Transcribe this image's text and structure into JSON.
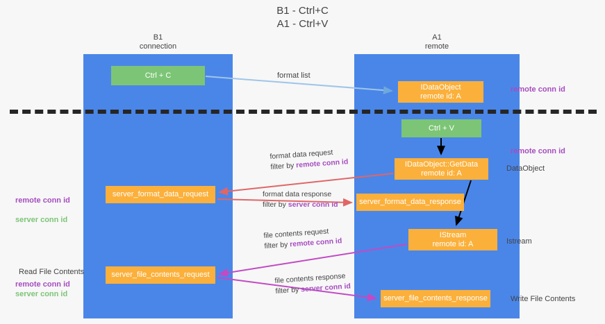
{
  "diagram": {
    "title": "B1 - Ctrl+C\nA1 - Ctrl+V",
    "lanes": [
      {
        "name": "b1",
        "heading": "B1\nconnection"
      },
      {
        "name": "a1",
        "heading": "A1\nremote"
      }
    ],
    "colors": {
      "lane": "#4a86e8",
      "node_green": "#7cc576",
      "node_orange": "#fbb03b",
      "accent_purple": "#a64dbf",
      "accent_green": "#7cc576",
      "arrow_blue": "#9fc5e8",
      "arrow_red": "#e06666",
      "arrow_magenta": "#c24ac4",
      "arrow_black": "#000000",
      "divider": "#262626",
      "text": "#434343",
      "background": "#f7f7f7"
    }
  },
  "nodes": {
    "ctrl_c": "Ctrl + C",
    "idataobject": "IDataObject\nremote id: A",
    "ctrl_v": "Ctrl + V",
    "getdata": "IDataObject::GetData\nremote id: A",
    "server_format_data_request": "server_format_data_request",
    "server_format_data_response": "server_format_data_response",
    "istream": "IStream\nremote id: A",
    "server_file_contents_request": "server_file_contents_request",
    "server_file_contents_response": "server_file_contents_response"
  },
  "side_labels": {
    "remote_conn_id_top": "remote conn id",
    "remote_conn_id_mid": "remote conn id",
    "dataobject": "DataObject",
    "istream": "Istream",
    "write_file_contents": "Write File Contents",
    "read_file_contents": "Read File Contents",
    "remote_conn_id": "remote conn id",
    "server_conn_id": "server conn id"
  },
  "edges": {
    "format_list": "format list",
    "format_data_request": {
      "line1": "format data request",
      "filter_prefix": "filter by ",
      "filter_key": "remote conn id"
    },
    "format_data_response": {
      "line1": "format data response",
      "filter_prefix": "filter by ",
      "filter_key": "server conn id"
    },
    "file_contents_request": {
      "line1": "file contents request",
      "filter_prefix": "filter by ",
      "filter_key": "remote conn id"
    },
    "file_contents_response": {
      "line1": "file contents response",
      "filter_prefix": "filter by ",
      "filter_key": "server conn id"
    }
  }
}
